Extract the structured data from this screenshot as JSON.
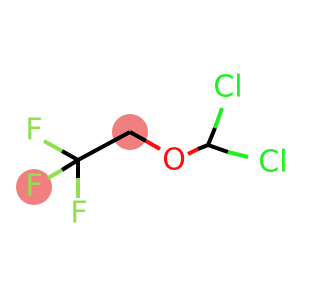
{
  "colors": {
    "background": "#ffffff",
    "carbon_bond": "#000000",
    "oxygen": "#ff0d0d",
    "fluorine": "#90e050",
    "chlorine": "#1ff01f",
    "highlight": "#f08080"
  },
  "atoms": {
    "f1": {
      "label": "F",
      "element": "fluorine"
    },
    "f2": {
      "label": "F",
      "element": "fluorine"
    },
    "f3": {
      "label": "F",
      "element": "fluorine"
    },
    "o1": {
      "label": "O",
      "element": "oxygen"
    },
    "cl1": {
      "label": "Cl",
      "element": "chlorine"
    },
    "cl2": {
      "label": "Cl",
      "element": "chlorine"
    }
  },
  "highlighted_atoms": [
    "c-ch2",
    "f2"
  ]
}
